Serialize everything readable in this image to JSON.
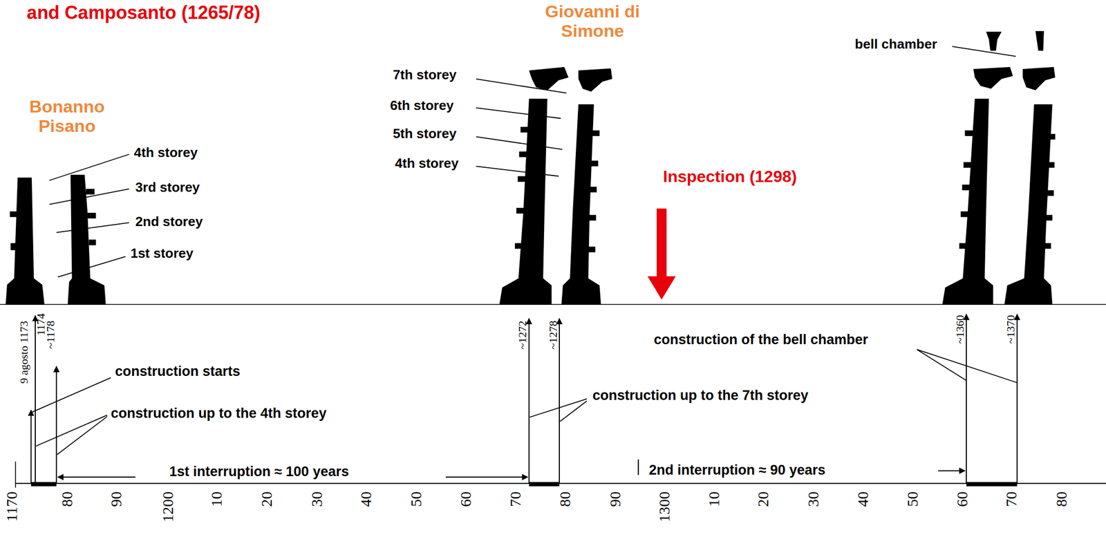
{
  "diagram": {
    "labels": [
      "and Camposanto (1265/78)",
      "Giovanni di Simone",
      "bell chamber",
      "7th storey",
      "Bonanno Pisano",
      "6th storey",
      "5th storey",
      "4th storey",
      "4th storey",
      "Inspection (1298)",
      "3rd storey",
      "2nd storey",
      "1st storey",
      "9 agosto 1173",
      "1174",
      "~1178",
      "~1272",
      "~1278",
      "~1360",
      "~1370",
      "construction of the bell chamber",
      "construction starts",
      "construction up to the 7th storey",
      "construction up to the 4th storey",
      "1st interruption ≈ 100 years",
      "2nd interruption ≈ 90 years",
      "1170",
      "80",
      "90",
      "1200",
      "10",
      "20",
      "30",
      "40",
      "50",
      "60",
      "70",
      "80",
      "90",
      "1300",
      "10",
      "20",
      "30",
      "40",
      "50",
      "60",
      "70",
      "80"
    ]
  }
}
